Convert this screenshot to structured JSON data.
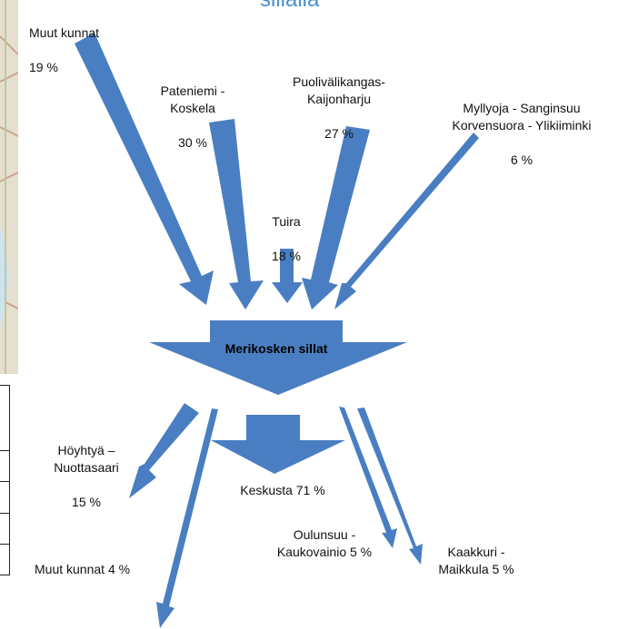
{
  "title_fragment": "sillalla",
  "hub_label": "Merikosken sillat",
  "colors": {
    "arrow": "#4a7ec2",
    "title": "#4a8fd0"
  },
  "inflows": [
    {
      "name": "Muut kunnat",
      "share": "19 %"
    },
    {
      "name": "Pateniemi -\nKoskela",
      "share": "30 %"
    },
    {
      "name": "Puolivälikangas-\nKaijonharju",
      "share": "27 %"
    },
    {
      "name": "Myllyoja - Sanginsuu\nKorvensuora - Ylikiiminki",
      "share": "6 %"
    },
    {
      "name": "Tuira",
      "share": "18 %"
    }
  ],
  "outflows": [
    {
      "name": "Höyhtyä –\nNuottasaari",
      "share": "15 %"
    },
    {
      "name": "Keskusta 71 %"
    },
    {
      "name": "Muut kunnat 4 %"
    },
    {
      "name": "Oulunsuu -\nKaukovainio 5 %"
    },
    {
      "name": "Kaakkuri -\nMaikkula 5 %"
    }
  ]
}
